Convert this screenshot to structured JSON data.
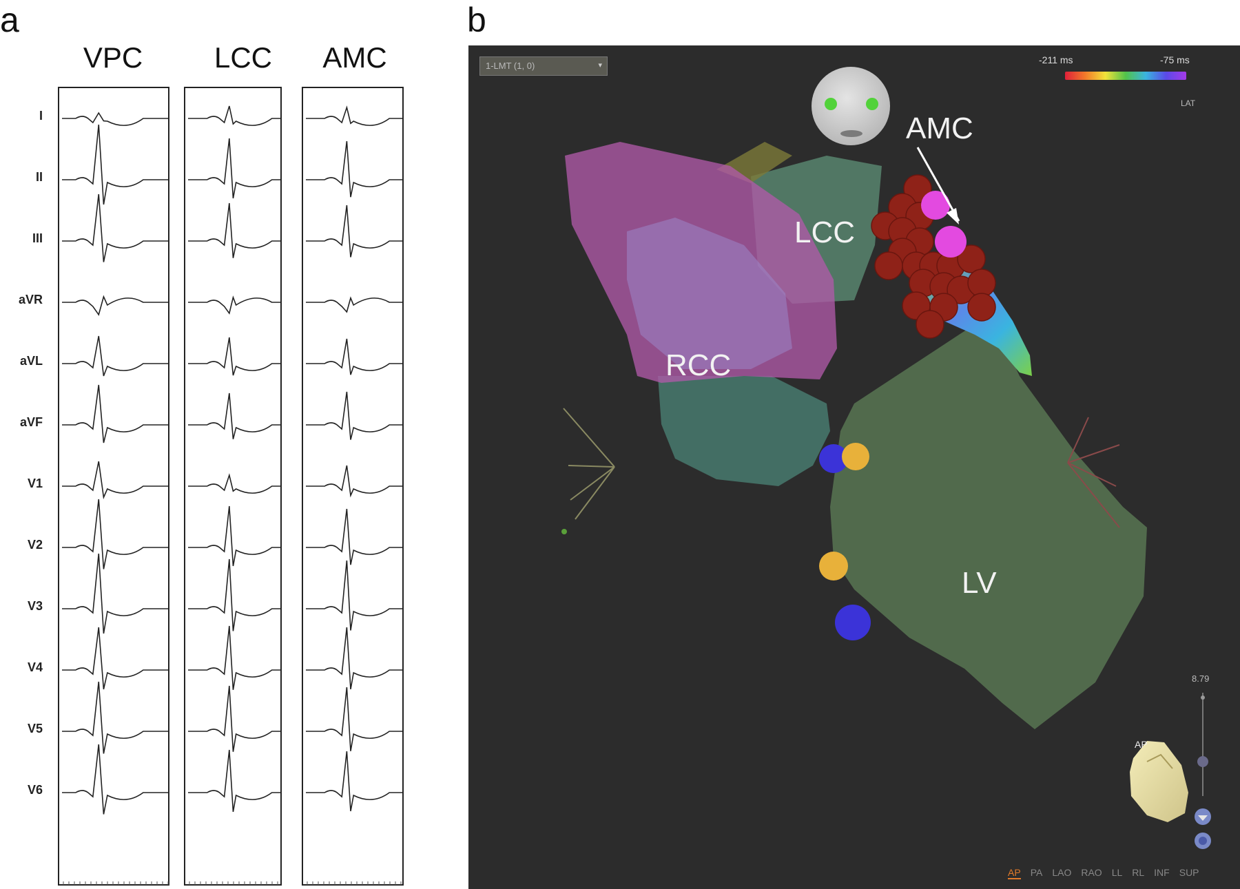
{
  "panel_a": {
    "letter": "a",
    "columns": [
      "VPC",
      "LCC",
      "AMC"
    ],
    "leads": [
      "I",
      "II",
      "III",
      "aVR",
      "aVL",
      "aVF",
      "V1",
      "V2",
      "V3",
      "V4",
      "V5",
      "V6"
    ]
  },
  "panel_b": {
    "letter": "b",
    "dropdown_value": "1-LMT (1, 0)",
    "colorbar": {
      "min_label": "-211 ms",
      "max_label": "-75 ms",
      "lat_label": "LAT",
      "colors": [
        "#e0203a",
        "#f27a2a",
        "#f2e33a",
        "#52c24a",
        "#3ab4e0",
        "#5a4ae8",
        "#a43ae8"
      ]
    },
    "labels": {
      "amc": "AMC",
      "lcc": "LCC",
      "rcc": "RCC",
      "lv": "LV"
    },
    "zoom_value": "8.79",
    "orientation_tag": "AP",
    "view_buttons": [
      "AP",
      "PA",
      "LAO",
      "RAO",
      "LL",
      "RL",
      "INF",
      "SUP"
    ],
    "active_view": "AP"
  }
}
